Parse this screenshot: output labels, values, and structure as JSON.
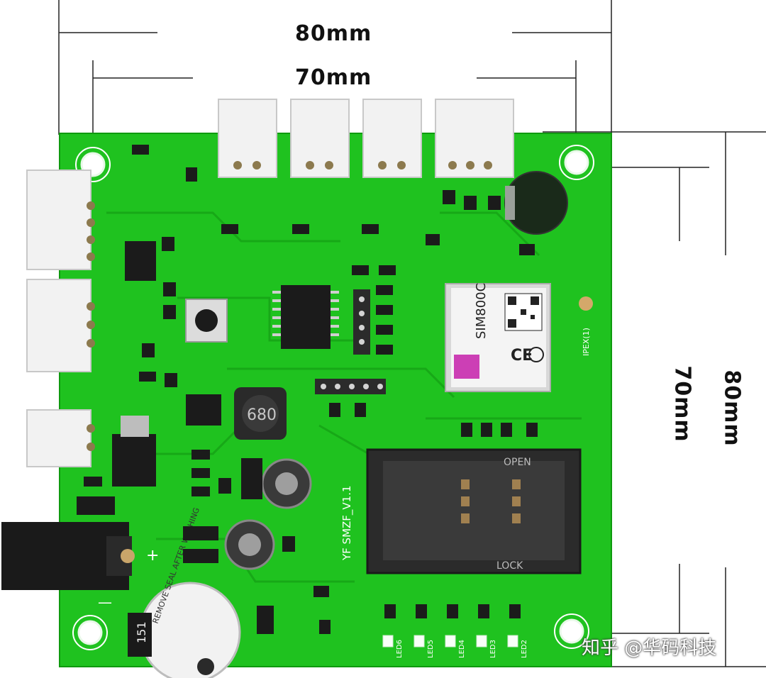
{
  "dimensions": {
    "top_outer": "80mm",
    "top_inner": "70mm",
    "right_inner": "70mm",
    "right_outer": "80mm"
  },
  "board": {
    "version_label": "YF SMZF_V1.1",
    "module_label": "SIM800C",
    "ce_mark": "CE",
    "sim_open": "OPEN",
    "sim_lock": "LOCK",
    "inductor_code": "680",
    "resistor_code": "151",
    "buzzer_text": "REMOVE SEAL AFTER WASHING",
    "antenna_label": "IPEX(1)",
    "polarity_plus": "+",
    "polarity_minus": "—",
    "leds": [
      "LED6",
      "LED5",
      "LED4",
      "LED3",
      "LED2"
    ]
  },
  "watermark": "知乎 @华码科技"
}
